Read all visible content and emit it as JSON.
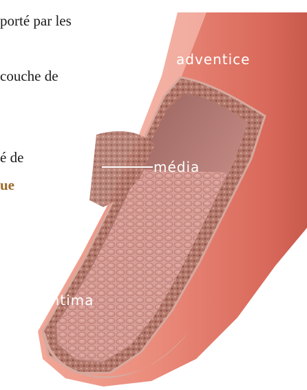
{
  "text_fragments": {
    "line1": "porté par les",
    "line2": "couche de",
    "line3": "é de",
    "line4": "ue"
  },
  "labels": {
    "adventice": "adventice",
    "media": "média",
    "intima": "intima"
  },
  "colors": {
    "adventice_outer": "#e98474",
    "adventice_highlight": "#f4b2a4",
    "media_tissue": "#b97a6c",
    "media_border": "#d9a79d",
    "intima_lumen": "#d69a94",
    "accent_text": "#9a6a2a"
  }
}
